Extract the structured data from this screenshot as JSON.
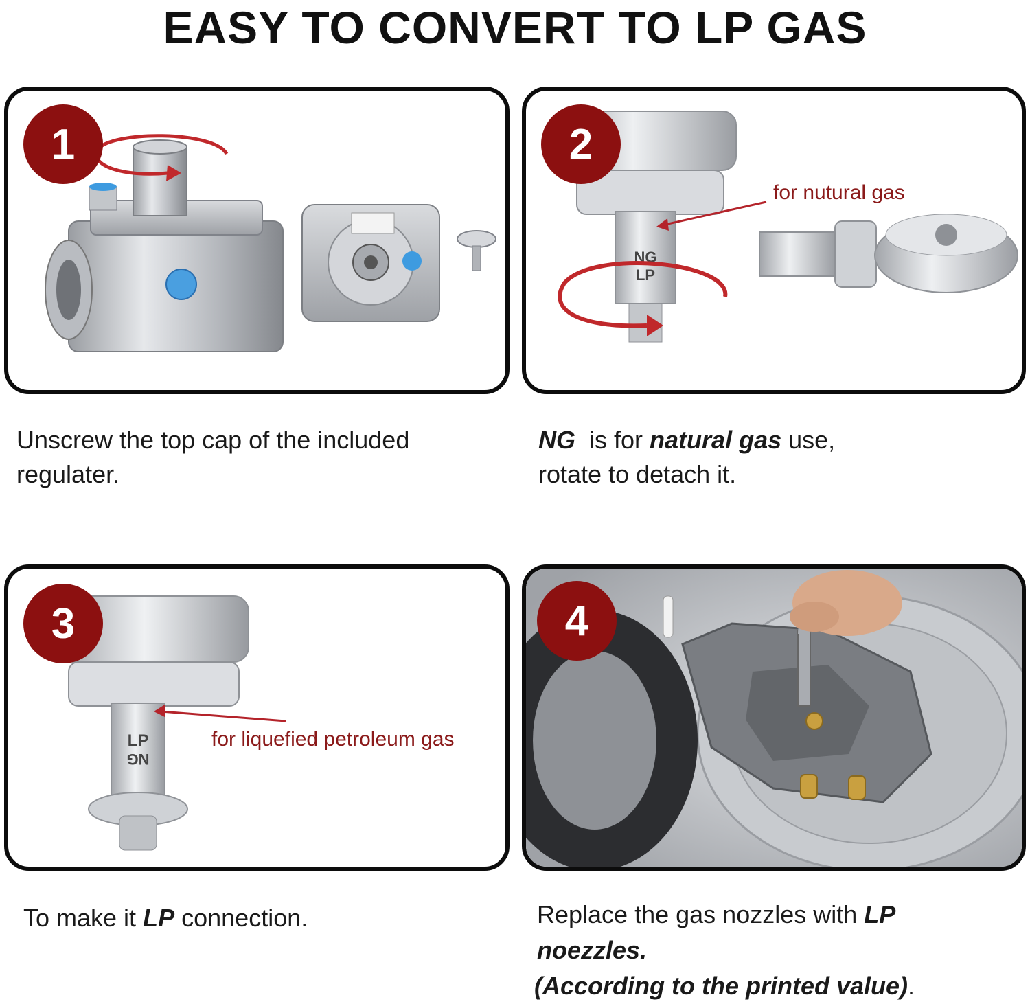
{
  "title": "EASY TO CONVERT TO LP GAS",
  "steps": [
    {
      "number": "1",
      "caption_line1": "Unscrew the top cap of the included",
      "caption_line2": "regulater."
    },
    {
      "number": "2",
      "callout": "for nutural gas",
      "caption_ng": "NG",
      "caption_is_for": "is for",
      "caption_natural_gas": "natural gas",
      "caption_use": "use,",
      "caption_line2": "rotate to detach it.",
      "stem_labels": {
        "ng": "NG",
        "lp": "LP"
      }
    },
    {
      "number": "3",
      "callout": "for liquefied petroleum gas",
      "caption_prefix": "To make it",
      "caption_lp": "LP",
      "caption_suffix": "connection.",
      "stem_labels": {
        "lp": "LP",
        "ng": "NG"
      }
    },
    {
      "number": "4",
      "caption_prefix": "Replace the gas nozzles with",
      "caption_lp": "LP",
      "caption_noezzles": "noezzles.",
      "caption_paren": "(According to the printed value)",
      "caption_period": "."
    }
  ],
  "colors": {
    "badge": "#8c1010",
    "callout_text": "#8b1a1a",
    "arrow": "#c0282b",
    "panel_border": "#0c0c0c"
  },
  "icons": [
    "rotate-arrow-icon",
    "pointer-arrow-icon"
  ]
}
